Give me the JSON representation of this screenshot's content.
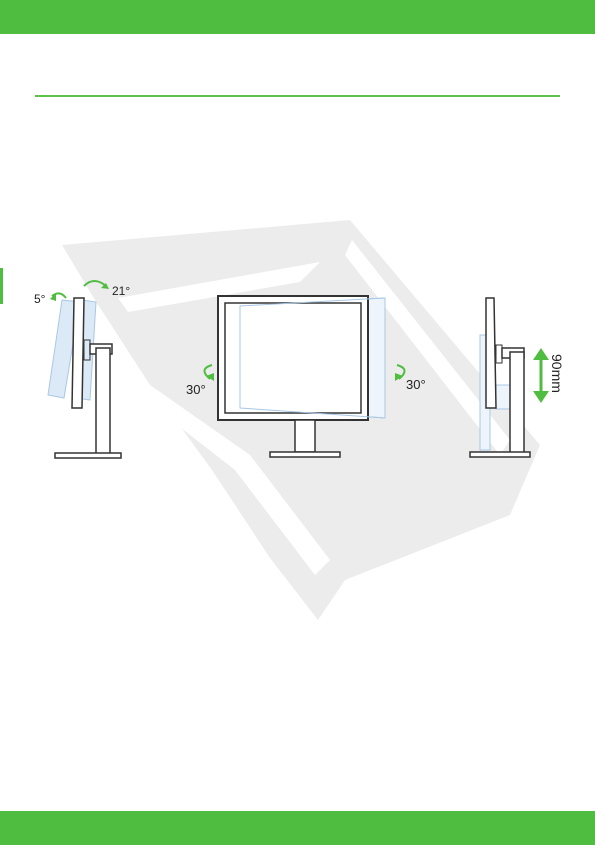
{
  "colors": {
    "accent": "#4fbd3f",
    "watermark": "#ececec",
    "line": "#333333",
    "light_blue": "#a8c8e6"
  },
  "illustration": {
    "tilt_back_label": "5°",
    "tilt_forward_label": "21°",
    "swivel_left_label": "30°",
    "swivel_right_label": "30°",
    "height_label": "90mm"
  }
}
